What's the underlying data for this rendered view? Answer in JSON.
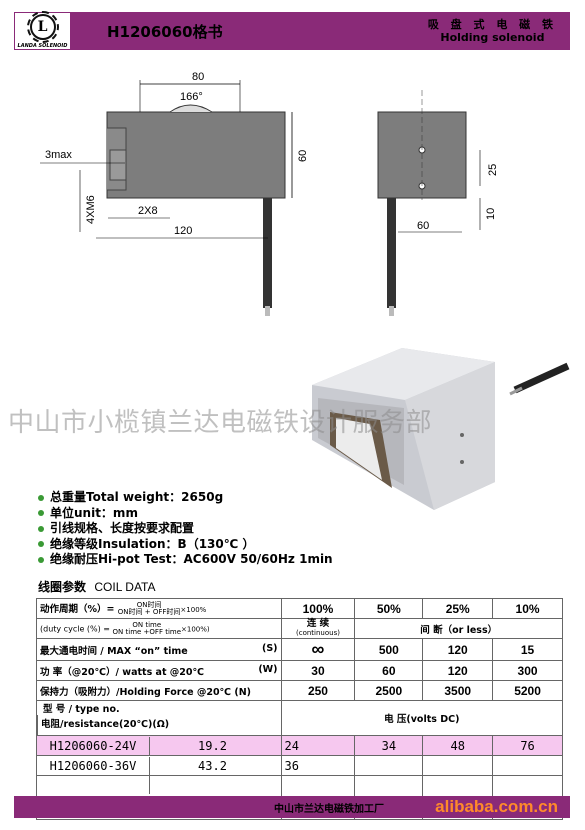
{
  "header": {
    "logo_mark": "L",
    "logo_text": "LANDA SOLENOID",
    "title": "H1206060格书",
    "cn_type": "吸 盘 式 电 磁 铁",
    "en_type": "Holding solenoid"
  },
  "drawing": {
    "width_80": "80",
    "angle": "166°",
    "height_60": "60",
    "max_3": "3max",
    "screw": "4XM6",
    "spacing": "2X8",
    "lead_120": "120",
    "side_60": "60",
    "side_25": "25",
    "side_10": "10"
  },
  "watermark": "中山市小榄镇兰达电磁铁设计服务部",
  "specs": [
    "总重量Total weight：2650g",
    "单位unit：mm",
    "引线规格、长度按要求配置",
    "绝缘等级Insulation：B（130℃ ）",
    "绝缘耐压Hi-pot Test：AC600V 50/60Hz 1min"
  ],
  "coil": {
    "title_cn": "线圈参数",
    "title_en": "COIL DATA"
  },
  "table": {
    "duty_cn": "动作周期（%）=",
    "duty_frac_top": "ON时间",
    "duty_frac_bot": "ON时间 + OFF时间",
    "duty_suffix": "×100%",
    "duty_en": "(duty cycle (%) =",
    "duty_en_top": "ON time",
    "duty_en_bot": "ON time +OFF time",
    "duty_en_suffix": "×100%)",
    "pcts": [
      "100%",
      "50%",
      "25%",
      "10%"
    ],
    "cont_cn": "连 续",
    "cont_en": "(continuous)",
    "inter": "间 断（or less）",
    "max_on_label": "最大通电时间 / MAX “on” time",
    "max_on_unit": "(S)",
    "max_on": [
      "∞",
      "500",
      "120",
      "15"
    ],
    "power_label": "功 率（@20℃）/ watts at @20℃",
    "power_unit": "(W)",
    "power": [
      "30",
      "60",
      "120",
      "300"
    ],
    "force_label": "保持力（吸附力）/Holding Force @20℃ (N)",
    "force": [
      "250",
      "2500",
      "3500",
      "5200"
    ],
    "type_label": "型 号 / type no.",
    "res_label": "电阻/resistance(20℃)(Ω)",
    "volt_label": "电 压(volts DC)",
    "rows": [
      {
        "model": "H1206060-24V",
        "res": "19.2",
        "v": [
          "24",
          "34",
          "48",
          "76"
        ]
      },
      {
        "model": "H1206060-36V",
        "res": "43.2",
        "v": [
          "36",
          "",
          "",
          ""
        ]
      }
    ]
  },
  "footer": {
    "company": "中山市兰达电磁铁加工厂",
    "site": "alibaba.com.cn"
  }
}
